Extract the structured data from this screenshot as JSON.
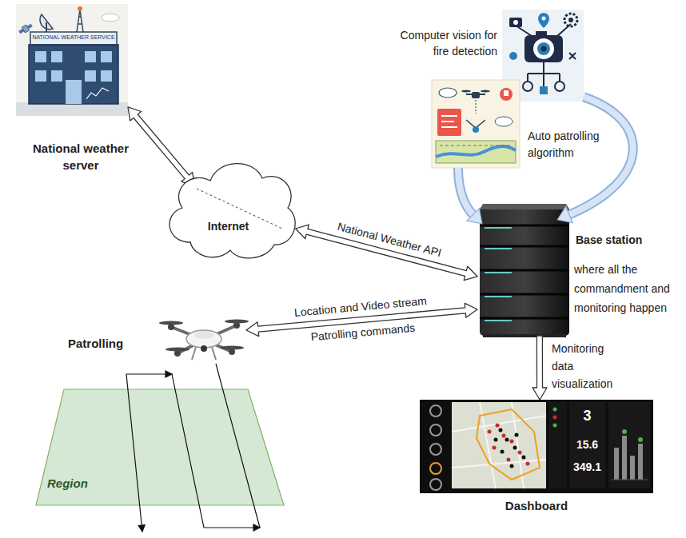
{
  "diagram": {
    "nodes": [
      {
        "text": [
          "National weather server"
        ]
      },
      {
        "text": [
          "Computer vision for fire detection"
        ]
      },
      {
        "text": [
          "Auto patrolling algorithm"
        ]
      },
      {
        "text": [
          "Internet"
        ]
      },
      {
        "text": [
          "Base station",
          "where all the commandment and monitoring happen"
        ]
      },
      {
        "text": [
          "Patrolling"
        ]
      },
      {
        "text": [
          "Dashboard"
        ]
      },
      {
        "text": [
          "Region"
        ]
      }
    ],
    "edges": [
      {
        "from": 0,
        "to": 3,
        "arrow": "both"
      },
      {
        "from": 3,
        "to": 4,
        "label": "National Weather API",
        "arrow": "both"
      },
      {
        "from": 1,
        "to": 4,
        "arrow": "to"
      },
      {
        "from": 2,
        "to": 4,
        "arrow": "to"
      },
      {
        "from": 5,
        "to": 4,
        "label": "Location and Video stream",
        "arrow": "both"
      },
      {
        "from": 4,
        "to": 6,
        "label": "Monitoring data visualization",
        "arrow": "to"
      }
    ],
    "labels": [
      "NATIONAL WEATHER SERVICE",
      "Patrolling commands",
      "3",
      "15.6",
      "349.1"
    ]
  }
}
